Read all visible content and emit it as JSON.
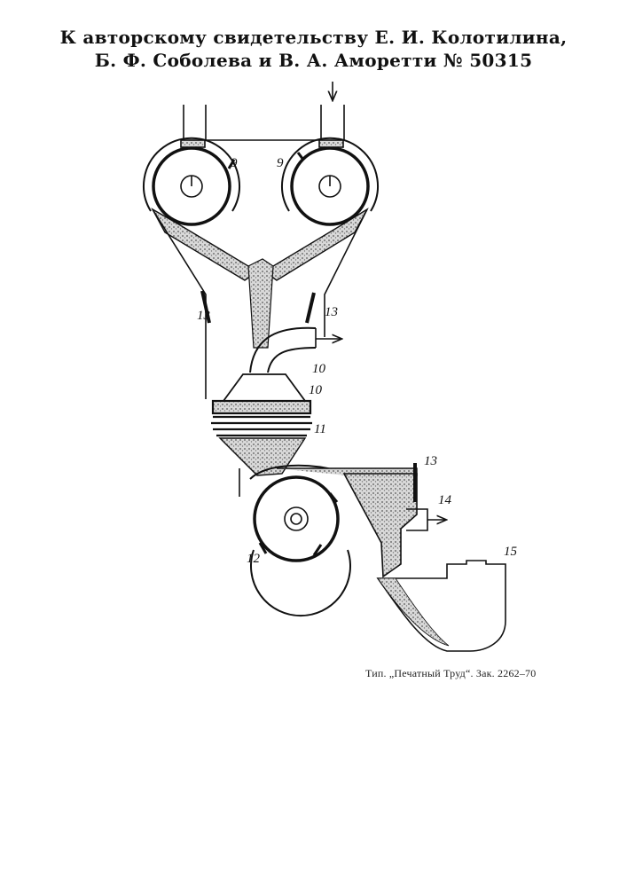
{
  "header": {
    "line1": "К авторскому свидетельству Е. И. Колотилина,",
    "line2": "Б. Ф. Соболева и В. А. Аморетти № 50315"
  },
  "figure": {
    "labels": {
      "drum_left": "9",
      "drum_right": "9",
      "magnet_left": "13",
      "magnet_right": "13",
      "pipe": "10",
      "funnel": "10",
      "bellows": "11",
      "drum_bottom": "12",
      "magnet_bottom": "13",
      "outlet": "14",
      "hopper": "15"
    }
  },
  "footer": {
    "imprint": "Тип. „Печатный Труд“. Зак. 2262–70"
  }
}
